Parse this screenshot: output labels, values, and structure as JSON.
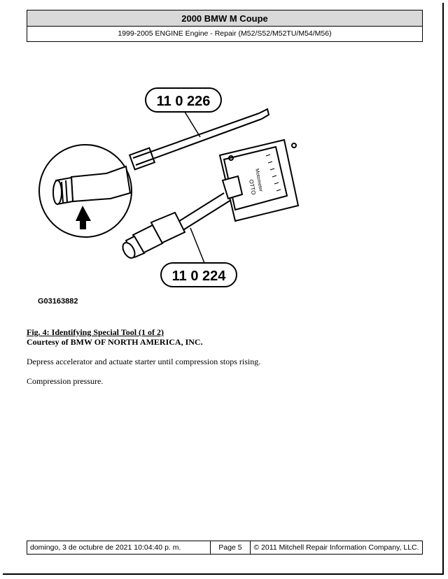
{
  "header": {
    "title": "2000 BMW M Coupe",
    "subtitle": "1999-2005 ENGINE Engine - Repair (M52/S52/M52TU/M54/M56)"
  },
  "figure": {
    "label_top": "11 0 226",
    "label_bottom": "11 0 224",
    "gauge_marking_1": "Motometer",
    "gauge_marking_2": "OTTO",
    "code": "G03163882"
  },
  "content": {
    "fig_caption": "Fig. 4: Identifying Special Tool (1 of 2)",
    "courtesy": "Courtesy of BMW OF NORTH AMERICA, INC.",
    "para1": "Depress accelerator and actuate starter until compression stops rising.",
    "para2": "Compression pressure."
  },
  "footer": {
    "date": "domingo, 3 de octubre de 2021 10:04:40 p. m.",
    "page": "Page 5",
    "copyright": "© 2011 Mitchell Repair Information Company, LLC."
  }
}
